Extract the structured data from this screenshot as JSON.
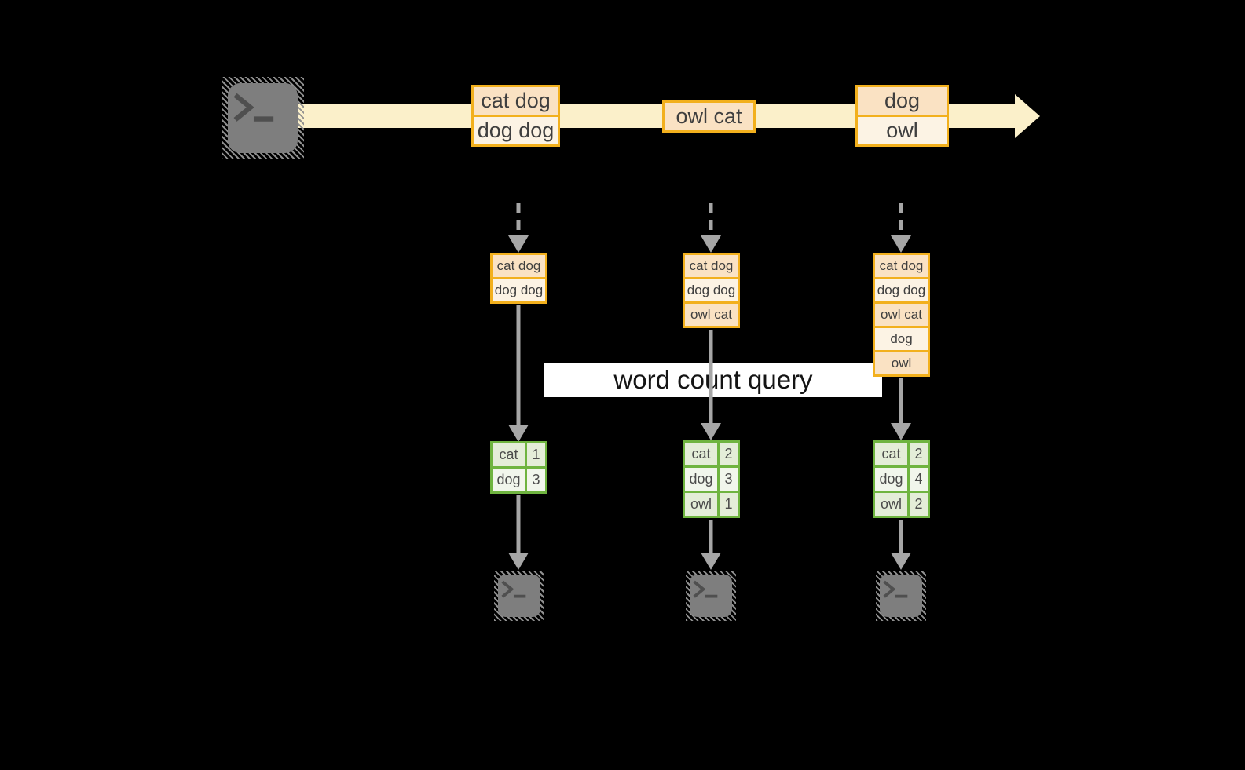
{
  "colors": {
    "accent_orange": "#F2B01D",
    "peach": "#FAE2C3",
    "cream": "#FCF3E4",
    "stream_band": "#FBF0CA",
    "green": "#6FB440",
    "green_row": "#E4EDD8",
    "green_row_alt": "#F1F6EC",
    "arrow_gray": "#A6A6A6",
    "banner_bg": "#FFFFFF",
    "text_dark": "#3F3F3F"
  },
  "source": {
    "icon": "terminal-icon"
  },
  "stream": {
    "messages": [
      {
        "rows": [
          "cat dog",
          "dog dog"
        ]
      },
      {
        "rows": [
          "owl cat"
        ]
      },
      {
        "rows": [
          "dog",
          "owl"
        ]
      }
    ]
  },
  "banner": {
    "label": "word count query"
  },
  "columns": [
    {
      "buffer": [
        "cat dog",
        "dog dog"
      ],
      "counts": [
        {
          "word": "cat",
          "count": "1"
        },
        {
          "word": "dog",
          "count": "3"
        }
      ],
      "sink_icon": "terminal-icon"
    },
    {
      "buffer": [
        "cat dog",
        "dog dog",
        "owl cat"
      ],
      "counts": [
        {
          "word": "cat",
          "count": "2"
        },
        {
          "word": "dog",
          "count": "3"
        },
        {
          "word": "owl",
          "count": "1"
        }
      ],
      "sink_icon": "terminal-icon"
    },
    {
      "buffer": [
        "cat dog",
        "dog dog",
        "owl cat",
        "dog",
        "owl"
      ],
      "counts": [
        {
          "word": "cat",
          "count": "2"
        },
        {
          "word": "dog",
          "count": "4"
        },
        {
          "word": "owl",
          "count": "2"
        }
      ],
      "sink_icon": "terminal-icon"
    }
  ]
}
